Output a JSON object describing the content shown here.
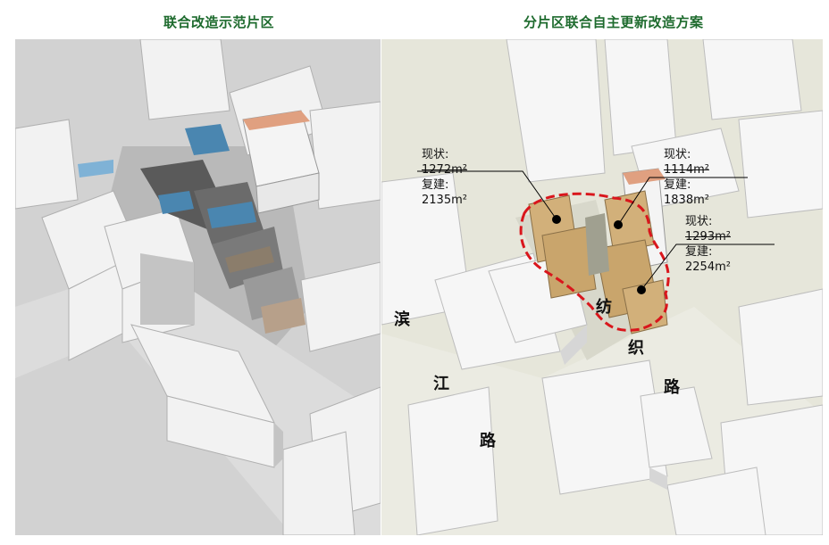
{
  "left_panel": {
    "title": "联合改造示范片区"
  },
  "right_panel": {
    "title": "分片区联合自主更新改造方案",
    "annotations": [
      {
        "status_label": "现状:",
        "status_area": "1272m²",
        "rebuild_label": "复建:",
        "rebuild_area": "2135m²"
      },
      {
        "status_label": "现状:",
        "status_area": "1114m²",
        "rebuild_label": "复建:",
        "rebuild_area": "1838m²"
      },
      {
        "status_label": "现状:",
        "status_area": "1293m²",
        "rebuild_label": "复建:",
        "rebuild_area": "2254m²"
      }
    ],
    "road_labels": {
      "binjiang": [
        "滨",
        "江",
        "路"
      ],
      "fangzhi": [
        "纺",
        "织",
        "路"
      ]
    }
  },
  "colors": {
    "title_green": "#1e6b2e",
    "boundary_red": "#d9161c",
    "new_building_tan": "#d2b07a",
    "highlight_orange": "#e0a080",
    "roof_blue": "#4a86b0"
  }
}
